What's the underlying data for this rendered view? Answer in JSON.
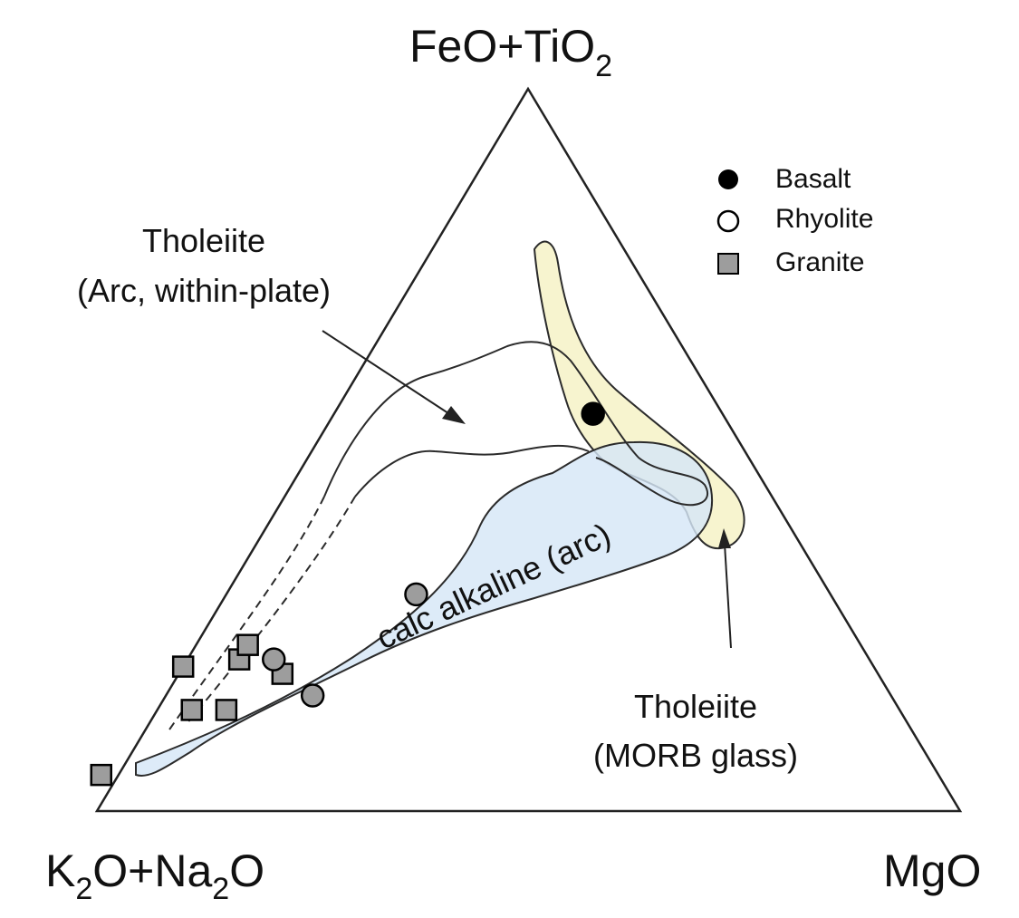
{
  "chart_data": {
    "type": "ternary",
    "vertices": {
      "top": {
        "text": "FeO+TiO",
        "sub": "2"
      },
      "left": {
        "parts": [
          "K",
          "O+Na",
          "O"
        ],
        "subs": [
          "2",
          "2"
        ]
      },
      "right": {
        "text": "MgO"
      }
    },
    "fields": {
      "tholeiite_arc": {
        "line1": "Tholeiite",
        "line2": "(Arc, within-plate)"
      },
      "tholeiite_morb": {
        "line1": "Tholeiite",
        "line2": "(MORB glass)"
      },
      "calc_alkaline": {
        "label": "calc alkaline (arc)"
      }
    },
    "colors": {
      "calc_alkaline_fill": "#d6e6f6",
      "morb_fill": "#f7f4cf",
      "granite_fill": "#9d9d9d",
      "basalt_fill": "#000000",
      "rhyolite_fill": "#ffffff"
    },
    "legend": [
      {
        "label": "Basalt",
        "marker": "filled-circle"
      },
      {
        "label": "Rhyolite",
        "marker": "open-circle"
      },
      {
        "label": "Granite",
        "marker": "gray-square"
      }
    ],
    "samples": [
      {
        "type": "Basalt",
        "alk": 0.15,
        "fm": 0.55,
        "mg": 0.3
      },
      {
        "type": "Granite",
        "alk": 0.8,
        "fm": 0.2,
        "mg": 0.0
      },
      {
        "type": "Granite",
        "alk": 0.73,
        "fm": 0.21,
        "mg": 0.06
      },
      {
        "type": "Granite",
        "alk": 0.71,
        "fm": 0.23,
        "mg": 0.06
      },
      {
        "type": "Granite",
        "alk": 0.69,
        "fm": 0.19,
        "mg": 0.12
      },
      {
        "type": "Granite",
        "alk": 0.82,
        "fm": 0.14,
        "mg": 0.04
      },
      {
        "type": "Granite",
        "alk": 0.78,
        "fm": 0.14,
        "mg": 0.08
      },
      {
        "type": "Granite",
        "alk": 0.97,
        "fm": 0.05,
        "mg": -0.02
      },
      {
        "type": "Rhyolite",
        "alk": 0.69,
        "fm": 0.21,
        "mg": 0.1
      },
      {
        "type": "Rhyolite",
        "alk": 0.67,
        "fm": 0.16,
        "mg": 0.17
      },
      {
        "type": "Rhyolite",
        "alk": 0.48,
        "fm": 0.3,
        "mg": 0.22
      }
    ]
  }
}
